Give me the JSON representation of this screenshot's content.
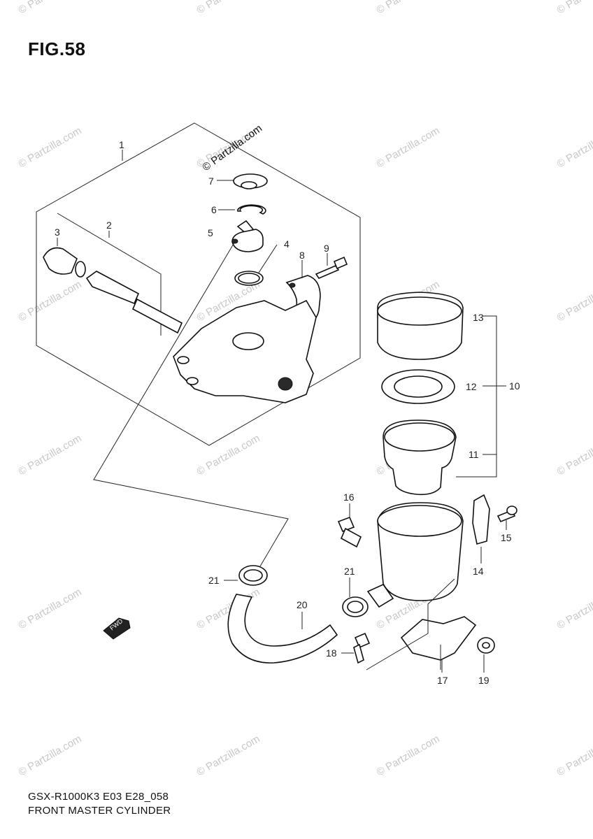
{
  "figure": {
    "title": "FIG.58",
    "model_code": "GSX-R1000K3 E03 E28_058",
    "caption": "FRONT MASTER CYLINDER"
  },
  "watermark": {
    "text": "© Partzilla.com",
    "feature_text": "© Partzilla.com"
  },
  "direction_marker": {
    "text": "FWD"
  },
  "callouts": [
    {
      "id": "1",
      "label": "1"
    },
    {
      "id": "2",
      "label": "2"
    },
    {
      "id": "3",
      "label": "3"
    },
    {
      "id": "4",
      "label": "4"
    },
    {
      "id": "5",
      "label": "5"
    },
    {
      "id": "6",
      "label": "6"
    },
    {
      "id": "7",
      "label": "7"
    },
    {
      "id": "8",
      "label": "8"
    },
    {
      "id": "9",
      "label": "9"
    },
    {
      "id": "10",
      "label": "10"
    },
    {
      "id": "11",
      "label": "11"
    },
    {
      "id": "12",
      "label": "12"
    },
    {
      "id": "13",
      "label": "13"
    },
    {
      "id": "14",
      "label": "14"
    },
    {
      "id": "15",
      "label": "15"
    },
    {
      "id": "16",
      "label": "16"
    },
    {
      "id": "17",
      "label": "17"
    },
    {
      "id": "18",
      "label": "18"
    },
    {
      "id": "19",
      "label": "19"
    },
    {
      "id": "20",
      "label": "20"
    },
    {
      "id": "21a",
      "label": "21"
    },
    {
      "id": "21b",
      "label": "21"
    }
  ]
}
